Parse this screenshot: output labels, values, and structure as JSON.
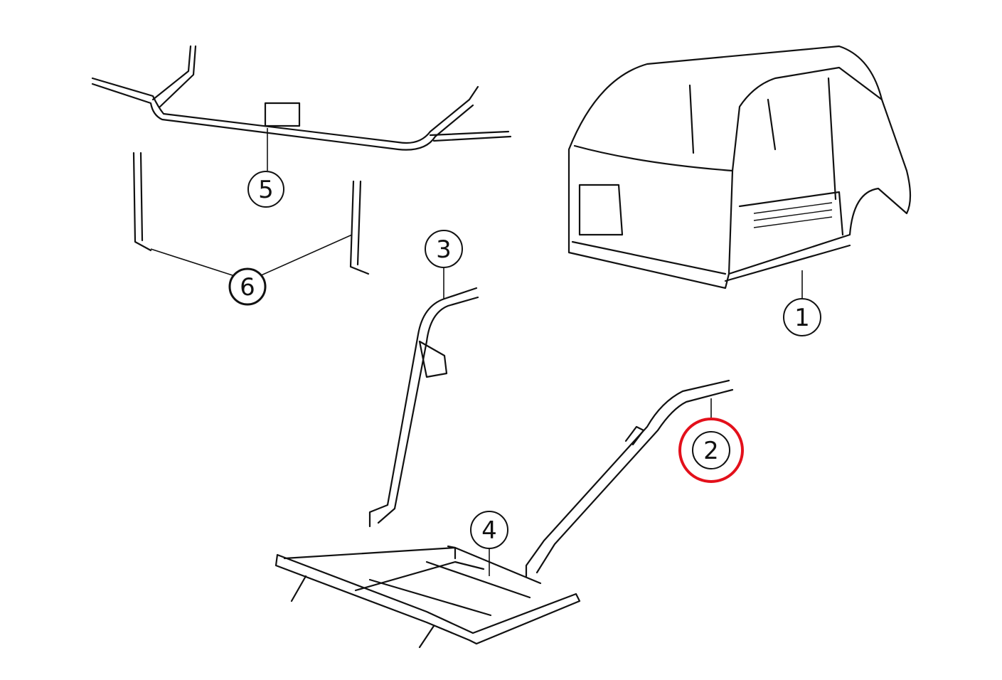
{
  "diagram": {
    "callouts": [
      {
        "id": "1",
        "label": "1"
      },
      {
        "id": "2",
        "label": "2"
      },
      {
        "id": "3",
        "label": "3"
      },
      {
        "id": "4",
        "label": "4"
      },
      {
        "id": "5",
        "label": "5"
      },
      {
        "id": "6",
        "label": "6"
      }
    ],
    "highlighted_callout": "2",
    "highlight_color": "#e3101b"
  }
}
